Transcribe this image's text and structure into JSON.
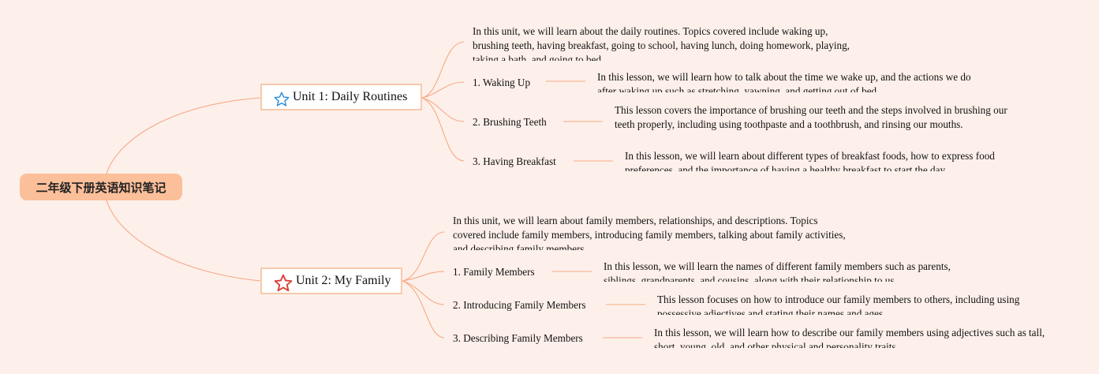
{
  "root": {
    "title": "二年级下册英语知识笔记"
  },
  "units": [
    {
      "title": "Unit 1: Daily Routines",
      "icon": "star-outline-blue-icon",
      "icon_color": "#2f8fd8",
      "summary": "In this unit, we will learn about the daily routines. Topics covered include waking up, brushing teeth, having breakfast, going to school, having lunch, doing homework, playing, taking a bath, and going to bed.",
      "lessons": [
        {
          "title": "1. Waking Up",
          "description": "In this lesson, we will learn how to talk about the time we wake up, and the actions we do after waking up such as stretching, yawning, and getting out of bed."
        },
        {
          "title": "2. Brushing Teeth",
          "description": "This lesson covers the importance of brushing our teeth and the steps involved in brushing our teeth properly, including using toothpaste and a toothbrush, and rinsing our mouths."
        },
        {
          "title": "3. Having Breakfast",
          "description": "In this lesson, we will learn about different types of breakfast foods, how to express food preferences, and the importance of having a healthy breakfast to start the day."
        }
      ]
    },
    {
      "title": "Unit 2: My Family",
      "icon": "star-outline-red-icon",
      "icon_color": "#d9423a",
      "summary": "In this unit, we will learn about family members, relationships, and descriptions. Topics covered include family members, introducing family members, talking about family activities, and describing family members.",
      "lessons": [
        {
          "title": "1. Family Members",
          "description": "In this lesson, we will learn the names of different family members such as parents, siblings, grandparents, and cousins, along with their relationship to us."
        },
        {
          "title": "2. Introducing Family Members",
          "description": "This lesson focuses on how to introduce our family members to others, including using possessive adjectives and stating their names and ages."
        },
        {
          "title": "3. Describing Family Members",
          "description": "In this lesson, we will learn how to describe our family members using adjectives such as tall, short, young, old, and other physical and personality traits."
        }
      ]
    }
  ],
  "colors": {
    "background": "#fdf0ea",
    "root_fill": "#fbbf9a",
    "connector": "#f7a886",
    "unit_border": "#f8c9ad"
  }
}
